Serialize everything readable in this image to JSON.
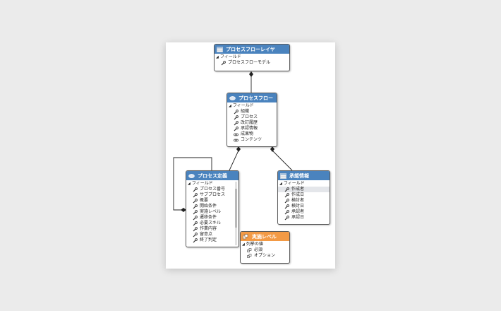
{
  "colors": {
    "header_blue": "#4a83be",
    "header_orange": "#f39a45",
    "line": "#222222"
  },
  "boxes": {
    "layer": {
      "title": "プロセスフローレイヤ",
      "icon": "table-icon",
      "section": "フィールド",
      "items": [
        "プロセスフローモデル"
      ]
    },
    "flow": {
      "title": "プロセスフロー",
      "icon": "entity-icon",
      "section": "フィールド",
      "items": [
        "組織",
        "プロセス",
        "改訂履歴",
        "承認情報",
        "成果物",
        "コンテンツ"
      ]
    },
    "definition": {
      "title": "プロセス定義",
      "icon": "entity-icon",
      "section": "フィールド",
      "items": [
        "プロセス番号",
        "サブプロセス",
        "概要",
        "開始条件",
        "実施レベル",
        "遷移条件",
        "必要スキル",
        "作業内容",
        "留意点",
        "終了判定"
      ]
    },
    "approval": {
      "title": "承認情報",
      "icon": "table-icon",
      "section": "フィールド",
      "items": [
        "作成者",
        "作成日",
        "検討者",
        "検討日",
        "承認者",
        "承認日"
      ]
    },
    "level": {
      "title": "実施レベル",
      "icon": "enum-icon",
      "section": "列挙の値",
      "items": [
        "必須",
        "オプション"
      ]
    }
  }
}
